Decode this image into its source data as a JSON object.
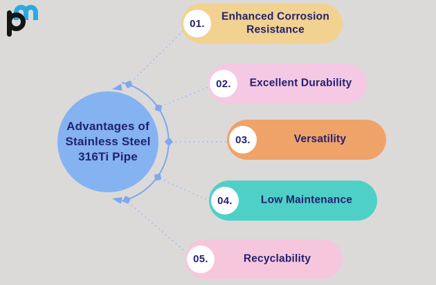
{
  "canvas": {
    "bg": "#DBDAD9"
  },
  "logo": {
    "name": "pm brand logo",
    "m_color": "#29ABE2",
    "p_color": "#141414"
  },
  "center": {
    "title": "Advantages of Stainless Steel 316Ti Pipe",
    "bg": "#85B2F1",
    "text_color": "#232170"
  },
  "connectors": {
    "arc_color": "#7CA6ED",
    "node_color": "#7FA9EE",
    "dotted_color": "#A8C3F2"
  },
  "number_circle_bg": "#FFFFFF",
  "text_color": "#232170",
  "items": [
    {
      "number": "01.",
      "label": "Enhanced Corrosion Resistance",
      "bg": "#F1D291"
    },
    {
      "number": "02.",
      "label": "Excellent Durability",
      "bg": "#F5C8E3"
    },
    {
      "number": "03.",
      "label": "Versatility",
      "bg": "#EFA369"
    },
    {
      "number": "04.",
      "label": "Low Maintenance",
      "bg": "#4FD0C7"
    },
    {
      "number": "05.",
      "label": "Recyclability",
      "bg": "#F6C6DD"
    }
  ]
}
